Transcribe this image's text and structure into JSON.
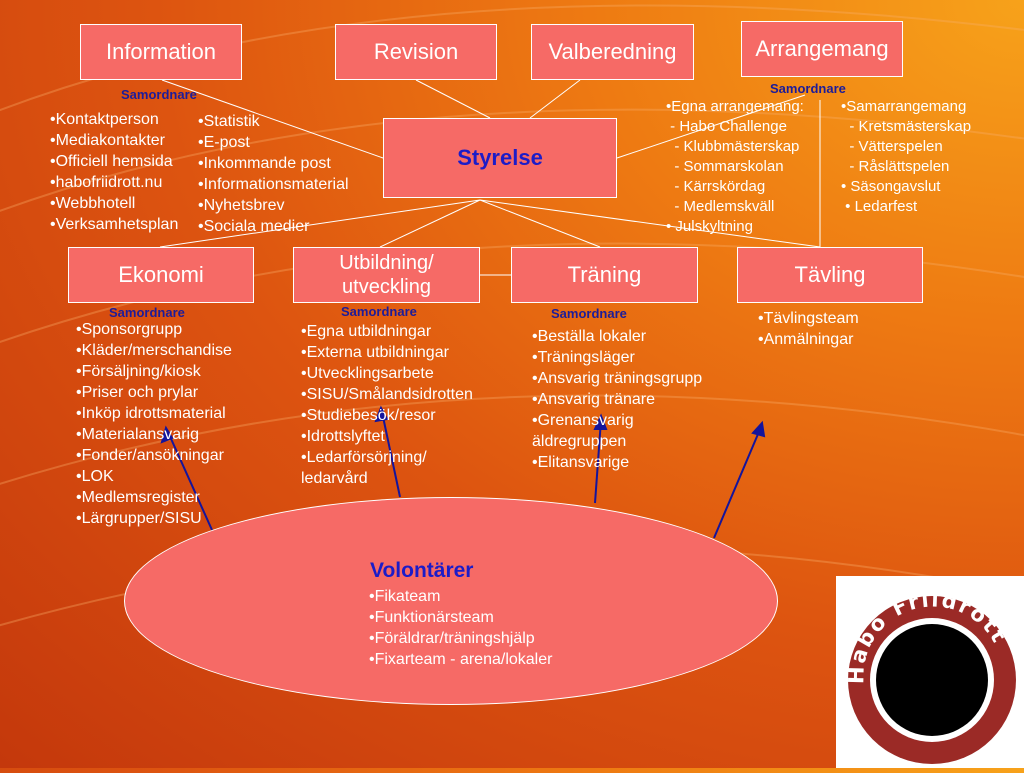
{
  "top_boxes": [
    "Information",
    "Revision",
    "Valberedning",
    "Arrangemang"
  ],
  "center_box": "Styrelse",
  "mid_boxes": [
    "Ekonomi",
    "Utbildning/\nutveckling",
    "Träning",
    "Tävling"
  ],
  "samordnare": "Samordnare",
  "information_lists": {
    "left": [
      "•Kontaktperson",
      "•Mediakontakter",
      "•Officiell hemsida",
      "•habofriidrott.nu",
      "•Webbhotell",
      "•Verksamhetsplan"
    ],
    "right": [
      "•Statistik",
      "•E-post",
      "•Inkommande post",
      "•Informationsmaterial",
      "•Nyhetsbrev",
      "•Sociala medier"
    ]
  },
  "arrangemang_lists": {
    "left": [
      "•Egna arrangemang:",
      " - Habo Challenge",
      "  - Klubbmästerskap",
      "  - Sommarskolan",
      "  - Kärrskördag",
      "  - Medlemskväll",
      "• Julskyltning"
    ],
    "right": [
      "•Samarrangemang",
      "  - Kretsmästerskap",
      "  - Vätterspelen",
      "  - Råslättspelen",
      "• Säsongavslut",
      " • Ledarfest"
    ]
  },
  "ekonomi_list": [
    "•Sponsorgrupp",
    "•Kläder/merschandise",
    "•Försäljning/kiosk",
    "•Priser och prylar",
    "•Inköp idrottsmaterial",
    "•Materialansvarig",
    "•Fonder/ansökningar",
    "•LOK",
    "•Medlemsregister",
    "•Lärgrupper/SISU"
  ],
  "utbildning_list": [
    "•Egna utbildningar",
    "•Externa utbildningar",
    "•Utvecklingsarbete",
    "•SISU/Smålandsidrotten",
    "•Studiebesök/resor",
    "•Idrottslyftet",
    "•Ledarförsörjning/",
    "ledarvård"
  ],
  "traning_list": [
    "•Beställa lokaler",
    "•Träningsläger",
    "•Ansvarig träningsgrupp",
    "•Ansvarig tränare",
    "•Grenansvarig",
    "äldregruppen",
    "•Elitansvarige"
  ],
  "tavling_list": [
    "•Tävlingsteam",
    "•Anmälningar"
  ],
  "volontarer": {
    "title": "Volontärer",
    "items": [
      "•Fikateam",
      "•Funktionärsteam",
      "•Föräldrar/träningshjälp",
      "•Fixarteam - arena/lokaler"
    ]
  },
  "logo_text": "Habo Friidrott",
  "colors": {
    "box_fill": "#f66a66",
    "title_blue": "#1c1cc8",
    "samordnare_blue": "#1c1c9a",
    "arrow_blue": "#14149c"
  }
}
